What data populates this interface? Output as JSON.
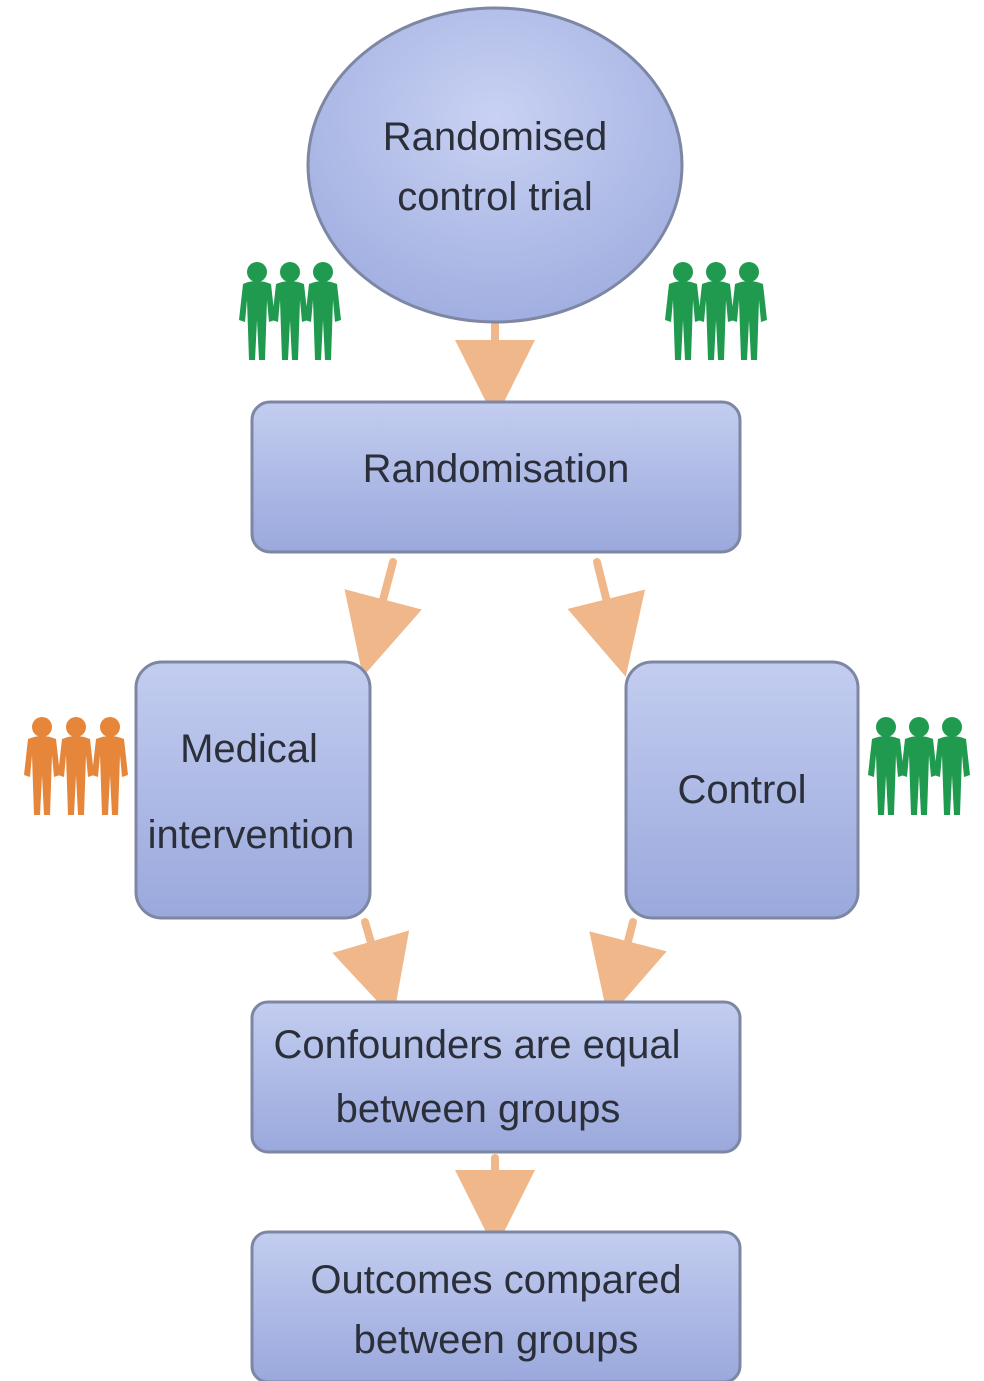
{
  "colors": {
    "box_fill_top": "#c3cdf0",
    "box_fill_bottom": "#9aa8dc",
    "box_stroke": "#7d86a3",
    "arrow": "#f0b88a",
    "people_green": "#1f9a4f",
    "people_orange": "#e6863a",
    "text": "#2b2f3a"
  },
  "nodes": {
    "trial": {
      "line1": "Randomised",
      "line2": "control trial"
    },
    "randomisation": {
      "label": "Randomisation"
    },
    "medical": {
      "line1": "Medical",
      "line2": "intervention"
    },
    "control": {
      "label": "Control"
    },
    "confounders": {
      "line1": "Confounders are equal",
      "line2": "between groups"
    },
    "outcomes": {
      "line1": "Outcomes compared",
      "line2": "between groups"
    }
  },
  "people_groups": [
    {
      "name": "group-top-left",
      "color": "green",
      "count": 3
    },
    {
      "name": "group-top-right",
      "color": "green",
      "count": 3
    },
    {
      "name": "group-medical",
      "color": "orange",
      "count": 3
    },
    {
      "name": "group-control",
      "color": "green",
      "count": 3
    }
  ]
}
